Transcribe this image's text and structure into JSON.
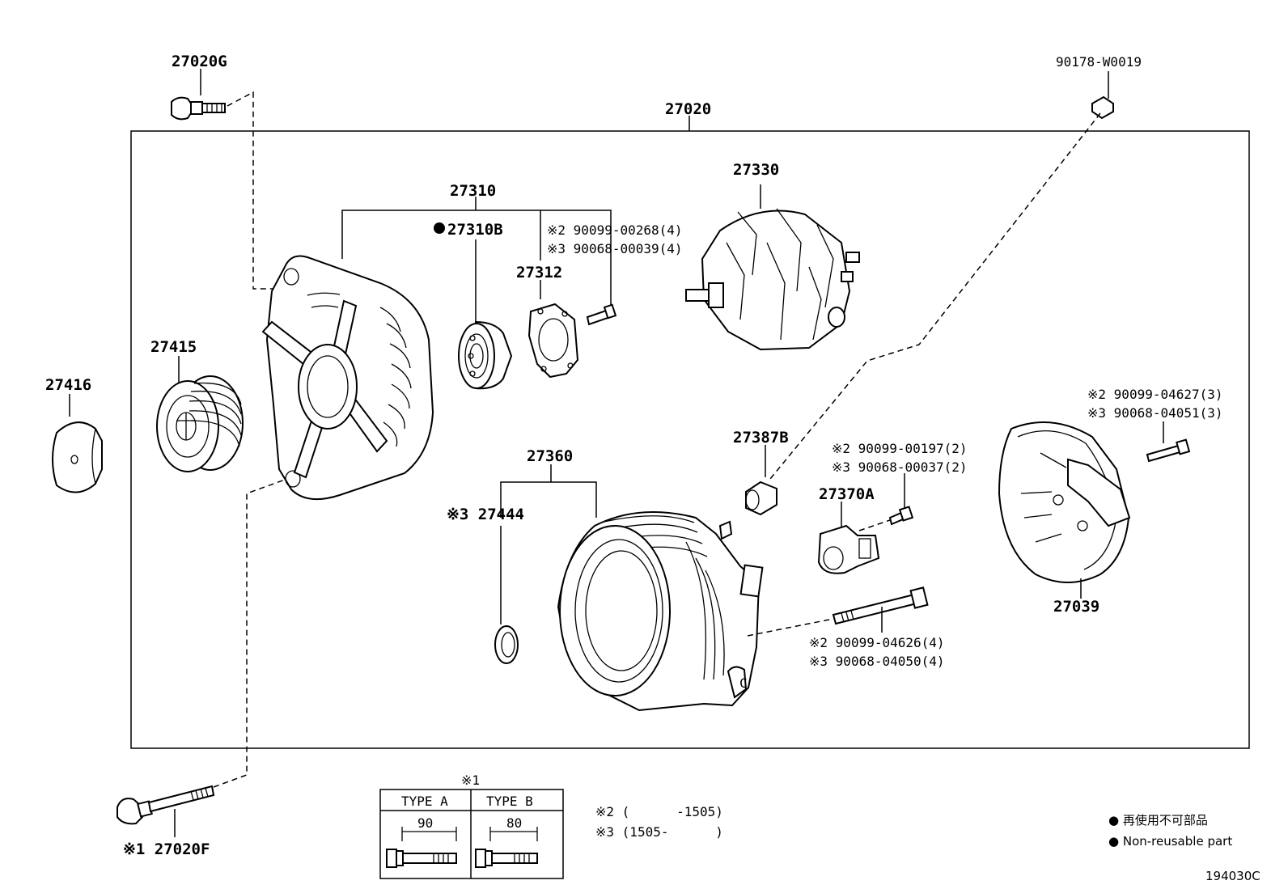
{
  "callouts": {
    "p27020G": "27020G",
    "p27020": "27020",
    "p90178": "90178-W0019",
    "p27310": "27310",
    "p27310B": "27310B",
    "p27310B_mark": "●",
    "p27312": "27312",
    "p27312_bolt_a": "※2 90099-00268(4)",
    "p27312_bolt_b": "※3 90068-00039(4)",
    "p27330": "27330",
    "p27415": "27415",
    "p27416": "27416",
    "p27360": "27360",
    "p27444": "※3 27444",
    "p27387B": "27387B",
    "p27370A_bolt_a": "※2 90099-00197(2)",
    "p27370A_bolt_b": "※3 90068-00037(2)",
    "p27370A": "27370A",
    "p27039_bolt_a": "※2 90099-04627(3)",
    "p27039_bolt_b": "※3 90068-04051(3)",
    "p27039": "27039",
    "through_bolt_a": "※2 90099-04626(4)",
    "through_bolt_b": "※3 90068-04050(4)",
    "p27020F": "※1 27020F"
  },
  "type_table": {
    "note": "※1",
    "col_a": "TYPE A",
    "col_b": "TYPE B",
    "len_a": "90",
    "len_b": "80"
  },
  "notes": {
    "n2": "※2 (      -1505)",
    "n3": "※3 (1505-      )"
  },
  "legend": {
    "jp": "● 再使用不可部品",
    "en": "● Non-reusable part"
  },
  "figure_id": "194030C"
}
